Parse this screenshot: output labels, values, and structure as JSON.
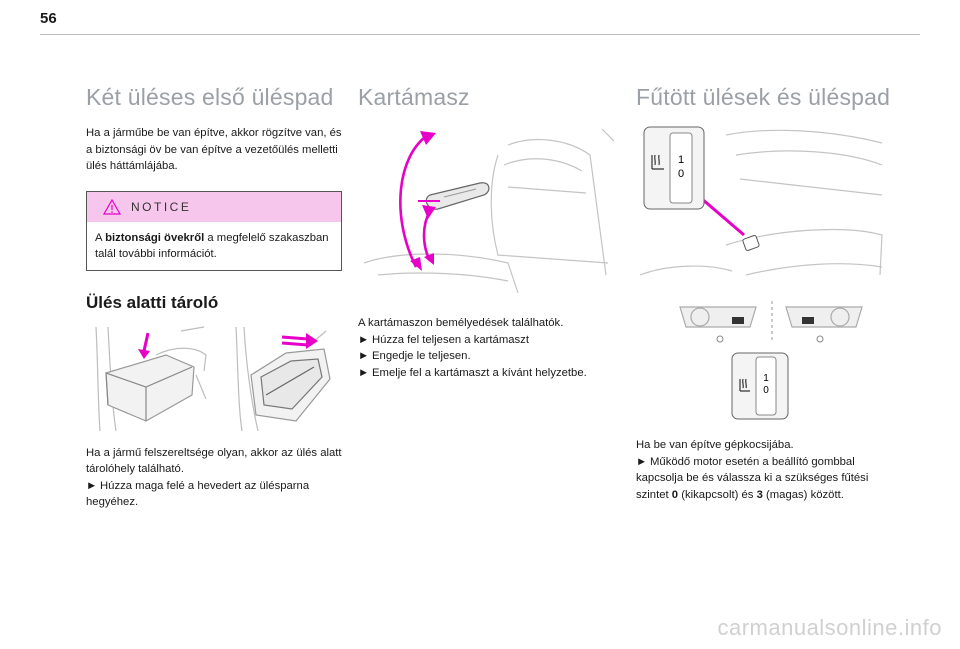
{
  "page": {
    "number": "56",
    "watermark": "carmanualsonline.info"
  },
  "col1": {
    "title": "Két üléses első üléspad",
    "intro": "Ha a járműbe be van építve, akkor rögzítve van, és a biztonsági öv be van építve a vezetőülés melletti ülés háttámlájába.",
    "notice": {
      "label": "NOTICE",
      "bold": "biztonsági övekről",
      "text_before": "A ",
      "text_after": " a megfelelő szakaszban talál további információt."
    },
    "storage_title": "Ülés alatti tároló",
    "storage_text": "Ha a jármű felszereltsége olyan, akkor az ülés alatt tárolóhely található.",
    "storage_step": "Húzza maga felé a hevedert az ülésparna hegyéhez."
  },
  "col2": {
    "title": "Kartámasz",
    "intro": "A kartámaszon bemélyedések találhatók.",
    "steps": [
      "Húzza fel teljesen a kartámaszt",
      "Engedje le teljesen.",
      "Emelje fel a kartámaszt a kívánt helyzetbe."
    ]
  },
  "col3": {
    "title": "Fűtött ülések és üléspad",
    "intro": "Ha be van építve gépkocsijába.",
    "step_before": "Működő motor esetén a beállító gombbal kapcsolja be és válassza ki a szükséges fűtési szintet ",
    "level_off": "0",
    "mid_text": " (kikapcsolt) és ",
    "level_high": "3",
    "step_after": " (magas) között.",
    "dial_top": "1",
    "dial_bottom": "0"
  },
  "colors": {
    "accent": "#e600c8",
    "notice_bg": "#f7c6ec",
    "title_gray": "#9aa0a6"
  },
  "step_marker": "►"
}
